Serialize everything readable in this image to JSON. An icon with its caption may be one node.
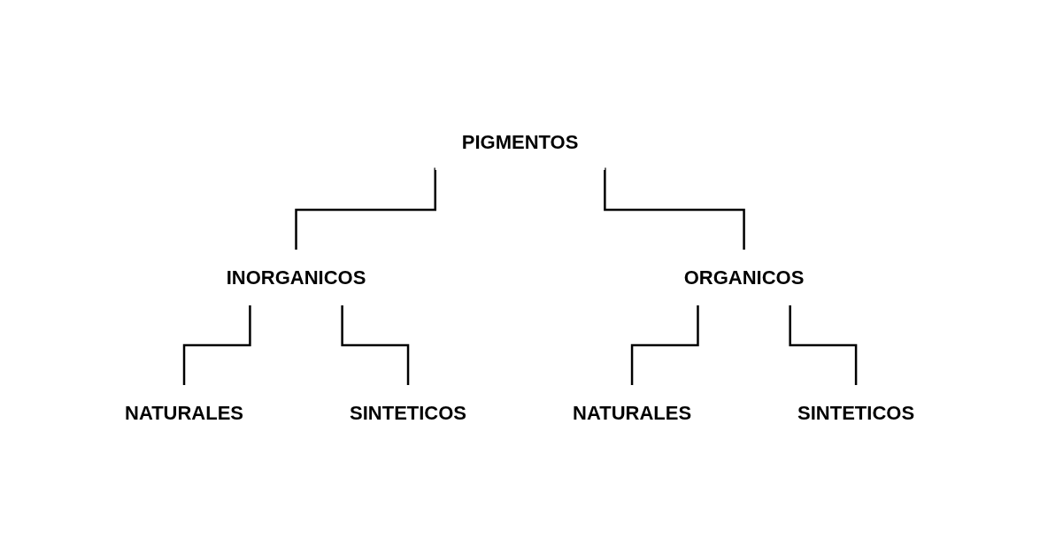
{
  "diagram": {
    "nodes": [
      {
        "text": [
          "PIGMENTOS"
        ]
      },
      {
        "text": [
          "INORGANICOS"
        ]
      },
      {
        "text": [
          "ORGANICOS"
        ]
      },
      {
        "text": [
          "NATURALES"
        ]
      },
      {
        "text": [
          "SINTETICOS"
        ]
      },
      {
        "text": [
          "NATURALES"
        ]
      },
      {
        "text": [
          "SINTETICOS"
        ]
      }
    ],
    "edges": [
      {
        "from": 0,
        "to": 1,
        "arrow": "none"
      },
      {
        "from": 0,
        "to": 2,
        "arrow": "none"
      },
      {
        "from": 1,
        "to": 3,
        "arrow": "none"
      },
      {
        "from": 1,
        "to": 4,
        "arrow": "none"
      },
      {
        "from": 2,
        "to": 5,
        "arrow": "none"
      },
      {
        "from": 2,
        "to": 6,
        "arrow": "none"
      }
    ]
  }
}
